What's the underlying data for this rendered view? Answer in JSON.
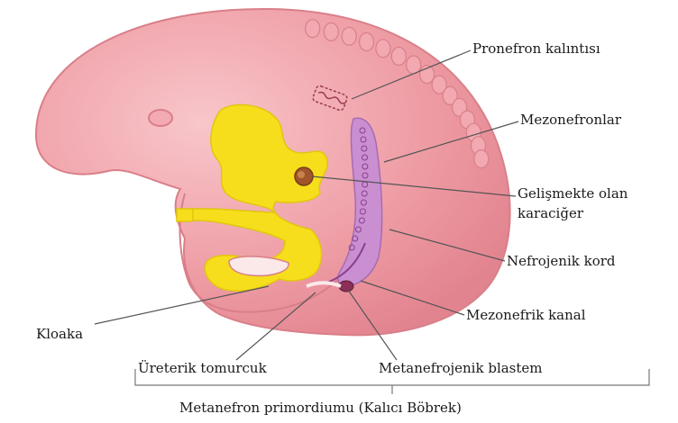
{
  "labels": {
    "pronefron": "Pronefron kalıntısı",
    "mezonefronlar": "Mezonefronlar",
    "karaciger_line1": "Gelişmekte olan",
    "karaciger_line2": "karaciğer",
    "nefrojenik": "Nefrojenik kord",
    "mezonefrik": "Mezonefrik kanal",
    "kloaka": "Kloaka",
    "ureterik": "Üreterik tomurcuk",
    "metanefrojenik": "Metanefrojenik blastem",
    "metanefron": "Metanefron primordiumu (Kalıcı Böbrek)"
  },
  "colors": {
    "embryo_fill": "#ef9ea6",
    "embryo_light": "#f7c1c5",
    "embryo_edge": "#d97f89",
    "somite": "#e98b97",
    "gut_yellow": "#f6de1c",
    "mesonephros": "#c98fd0",
    "liver": "#a0562a",
    "leader_line": "#555555",
    "text": "#1a1a1a"
  }
}
